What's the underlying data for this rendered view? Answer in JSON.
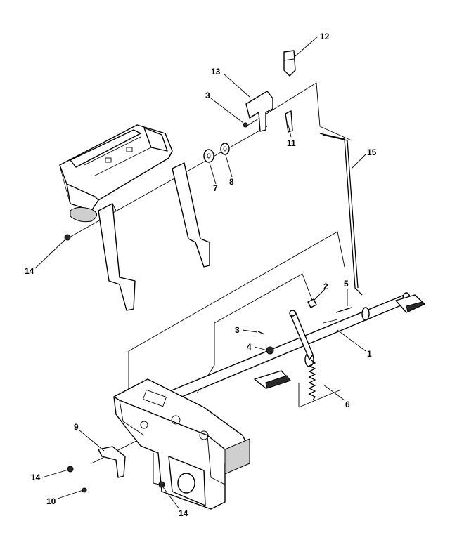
{
  "callouts": {
    "c1": "1",
    "c2": "2",
    "c3a": "3",
    "c3b": "3",
    "c4": "4",
    "c5": "5",
    "c6": "6",
    "c7": "7",
    "c8": "8",
    "c9": "9",
    "c10": "10",
    "c11": "11",
    "c12": "12",
    "c13": "13",
    "c14a": "14",
    "c14b": "14",
    "c14c": "14",
    "c15": "15"
  }
}
